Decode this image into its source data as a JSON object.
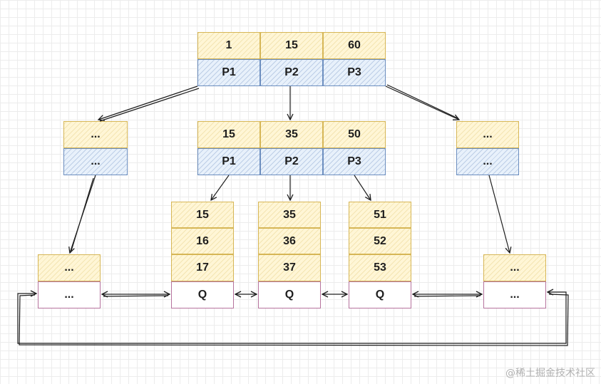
{
  "root": {
    "keys": [
      "1",
      "15",
      "60"
    ],
    "pointers": [
      "P1",
      "P2",
      "P3"
    ]
  },
  "level2": {
    "left": {
      "key": "...",
      "pointer": "..."
    },
    "middle": {
      "keys": [
        "15",
        "35",
        "50"
      ],
      "pointers": [
        "P1",
        "P2",
        "P3"
      ]
    },
    "right": {
      "key": "...",
      "pointer": "..."
    }
  },
  "leaves": [
    {
      "keys": [
        "..."
      ],
      "pointer": "..."
    },
    {
      "keys": [
        "15",
        "16",
        "17"
      ],
      "pointer": "Q"
    },
    {
      "keys": [
        "35",
        "36",
        "37"
      ],
      "pointer": "Q"
    },
    {
      "keys": [
        "51",
        "52",
        "53"
      ],
      "pointer": "Q"
    },
    {
      "keys": [
        "..."
      ],
      "pointer": "..."
    }
  ],
  "watermark": "@稀土掘金技术社区",
  "colors": {
    "key_fill": "#fff6d6",
    "key_border": "#d6b656",
    "pointer_fill": "#e8f1fb",
    "pointer_border": "#6c8ebf",
    "leaf_pointer_border": "#b5739d",
    "arrow": "#1e1e1e"
  }
}
